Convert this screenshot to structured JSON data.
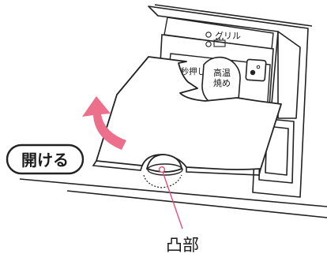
{
  "open_label": "開ける",
  "control_panel": {
    "indicator_grill": "グリル",
    "indicator_second": "",
    "press_hold_label": "3秒押し",
    "high_temp_label_line1": "高温",
    "high_temp_label_line2": "焼め"
  },
  "callout_label": "凸部",
  "colors": {
    "arrow": "#ec6f8c",
    "callout_line": "#e0507a",
    "line": "#222222"
  }
}
